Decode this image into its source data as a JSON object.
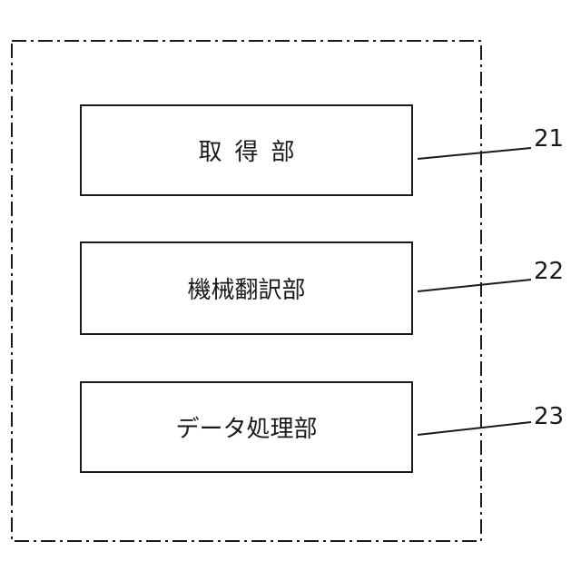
{
  "diagram": {
    "blocks": [
      {
        "label": "取得部",
        "ref": "21"
      },
      {
        "label": "機械翻訳部",
        "ref": "22"
      },
      {
        "label": "データ処理部",
        "ref": "23"
      }
    ],
    "colors": {
      "line": "#1a1a1a",
      "background": "#ffffff"
    }
  }
}
